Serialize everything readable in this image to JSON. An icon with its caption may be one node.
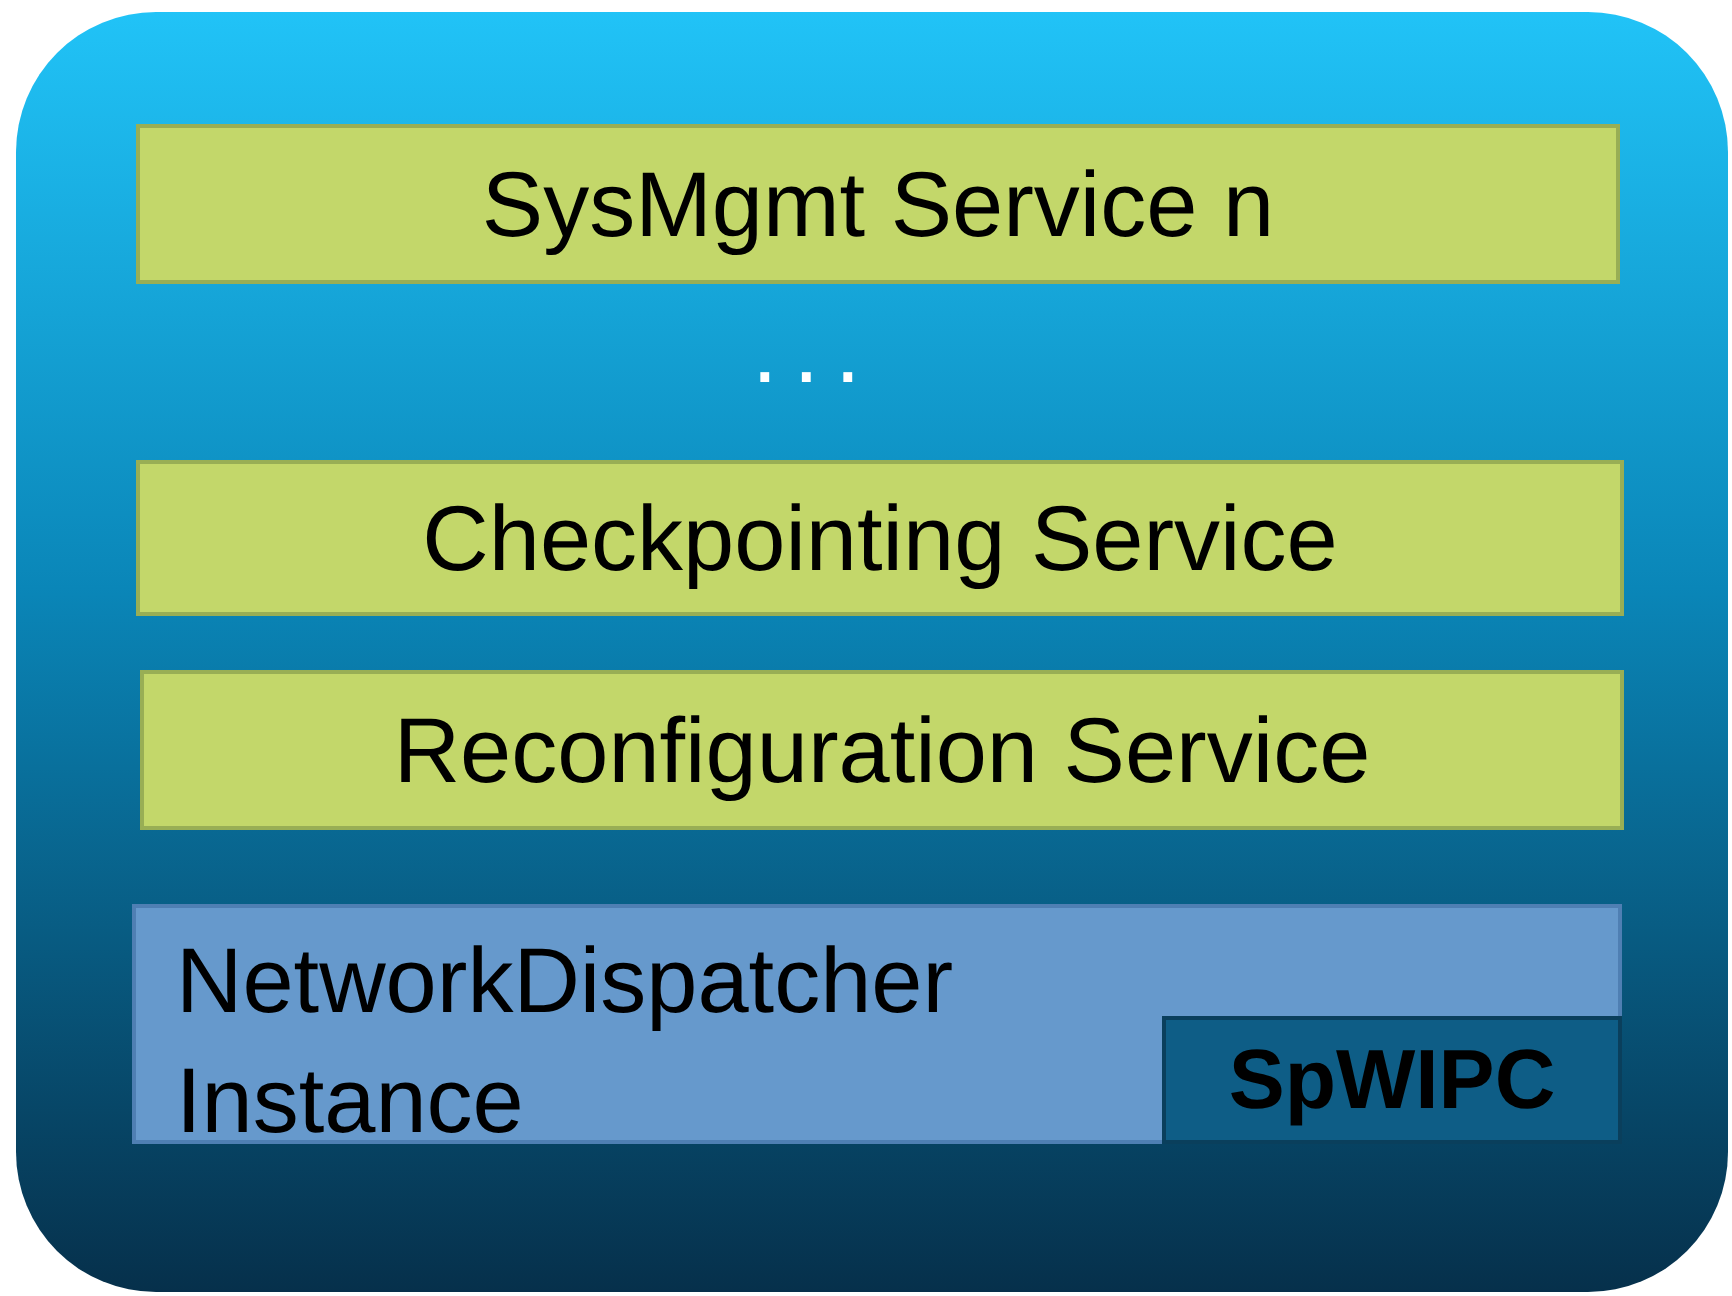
{
  "diagram": {
    "nodes": [
      {
        "text": [],
        "shape": "box"
      },
      {
        "text": [
          "SysMgmt Service n"
        ],
        "in": 0
      },
      {
        "text": [
          "Checkpointing Service"
        ],
        "in": 0
      },
      {
        "text": [
          "Reconfiguration Service"
        ],
        "in": 0
      },
      {
        "text": [
          "NetworkDispatcher Instance"
        ],
        "in": 0
      },
      {
        "text": [
          "SpWIPC"
        ],
        "in": 4
      }
    ],
    "labels": [
      "..."
    ]
  }
}
